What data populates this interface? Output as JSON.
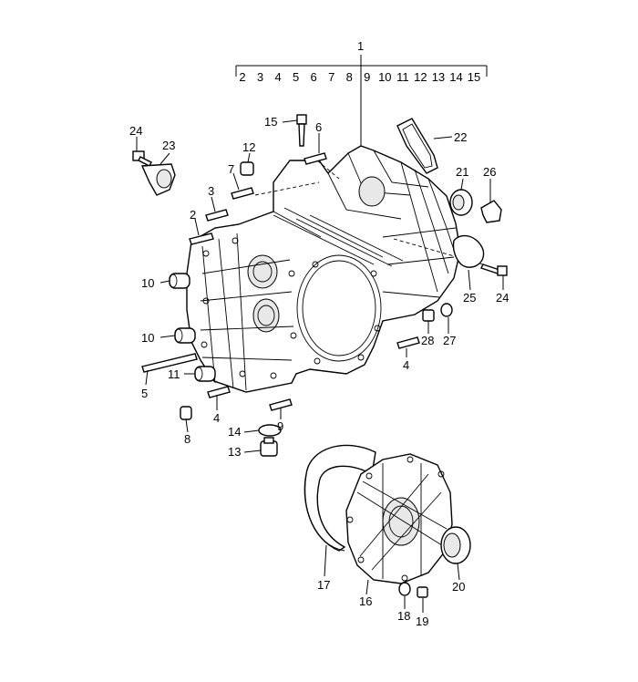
{
  "labels": {
    "l1": "1",
    "l2": "2",
    "l3": "3",
    "l4": "4",
    "l5": "5",
    "l6": "6",
    "l7": "7",
    "l8": "8",
    "l9": "9",
    "l10": "10",
    "l11": "11",
    "l12": "12",
    "l13": "13",
    "l14": "14",
    "l15": "15",
    "l16": "16",
    "l17": "17",
    "l18": "18",
    "l19": "19",
    "l20": "20",
    "l21": "21",
    "l22": "22",
    "l23": "23",
    "l24": "24",
    "l25": "25",
    "l26": "26",
    "l27": "27",
    "l28": "28"
  },
  "group_items": [
    "2",
    "3",
    "4",
    "5",
    "6",
    "7",
    "8",
    "9",
    "10",
    "11",
    "12",
    "13",
    "14",
    "15"
  ]
}
